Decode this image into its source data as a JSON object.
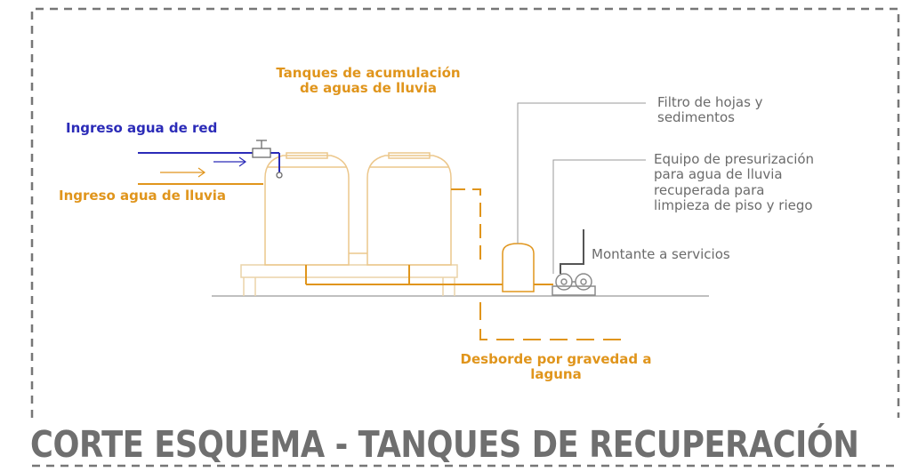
{
  "labels": {
    "tanks": [
      "Tanques de acumulación",
      "de aguas de lluvia"
    ],
    "network_inlet": "Ingreso agua de red",
    "rain_inlet": "Ingreso agua de lluvia",
    "filter": [
      "Filtro de hojas y",
      "sedimentos"
    ],
    "pump": [
      "Equipo de presurización",
      "para agua de lluvia",
      "recuperada para",
      "limpieza de piso y riego"
    ],
    "riser": "Montante a servicios",
    "overflow": [
      "Desborde por gravedad a",
      "laguna"
    ]
  },
  "title": "CORTE ESQUEMA - TANQUES DE RECUPERACIÓN",
  "colors": {
    "orange": "#e0951c",
    "blue": "#2b2bb8",
    "gray": "#6b6b6b",
    "frame": "#777777"
  }
}
